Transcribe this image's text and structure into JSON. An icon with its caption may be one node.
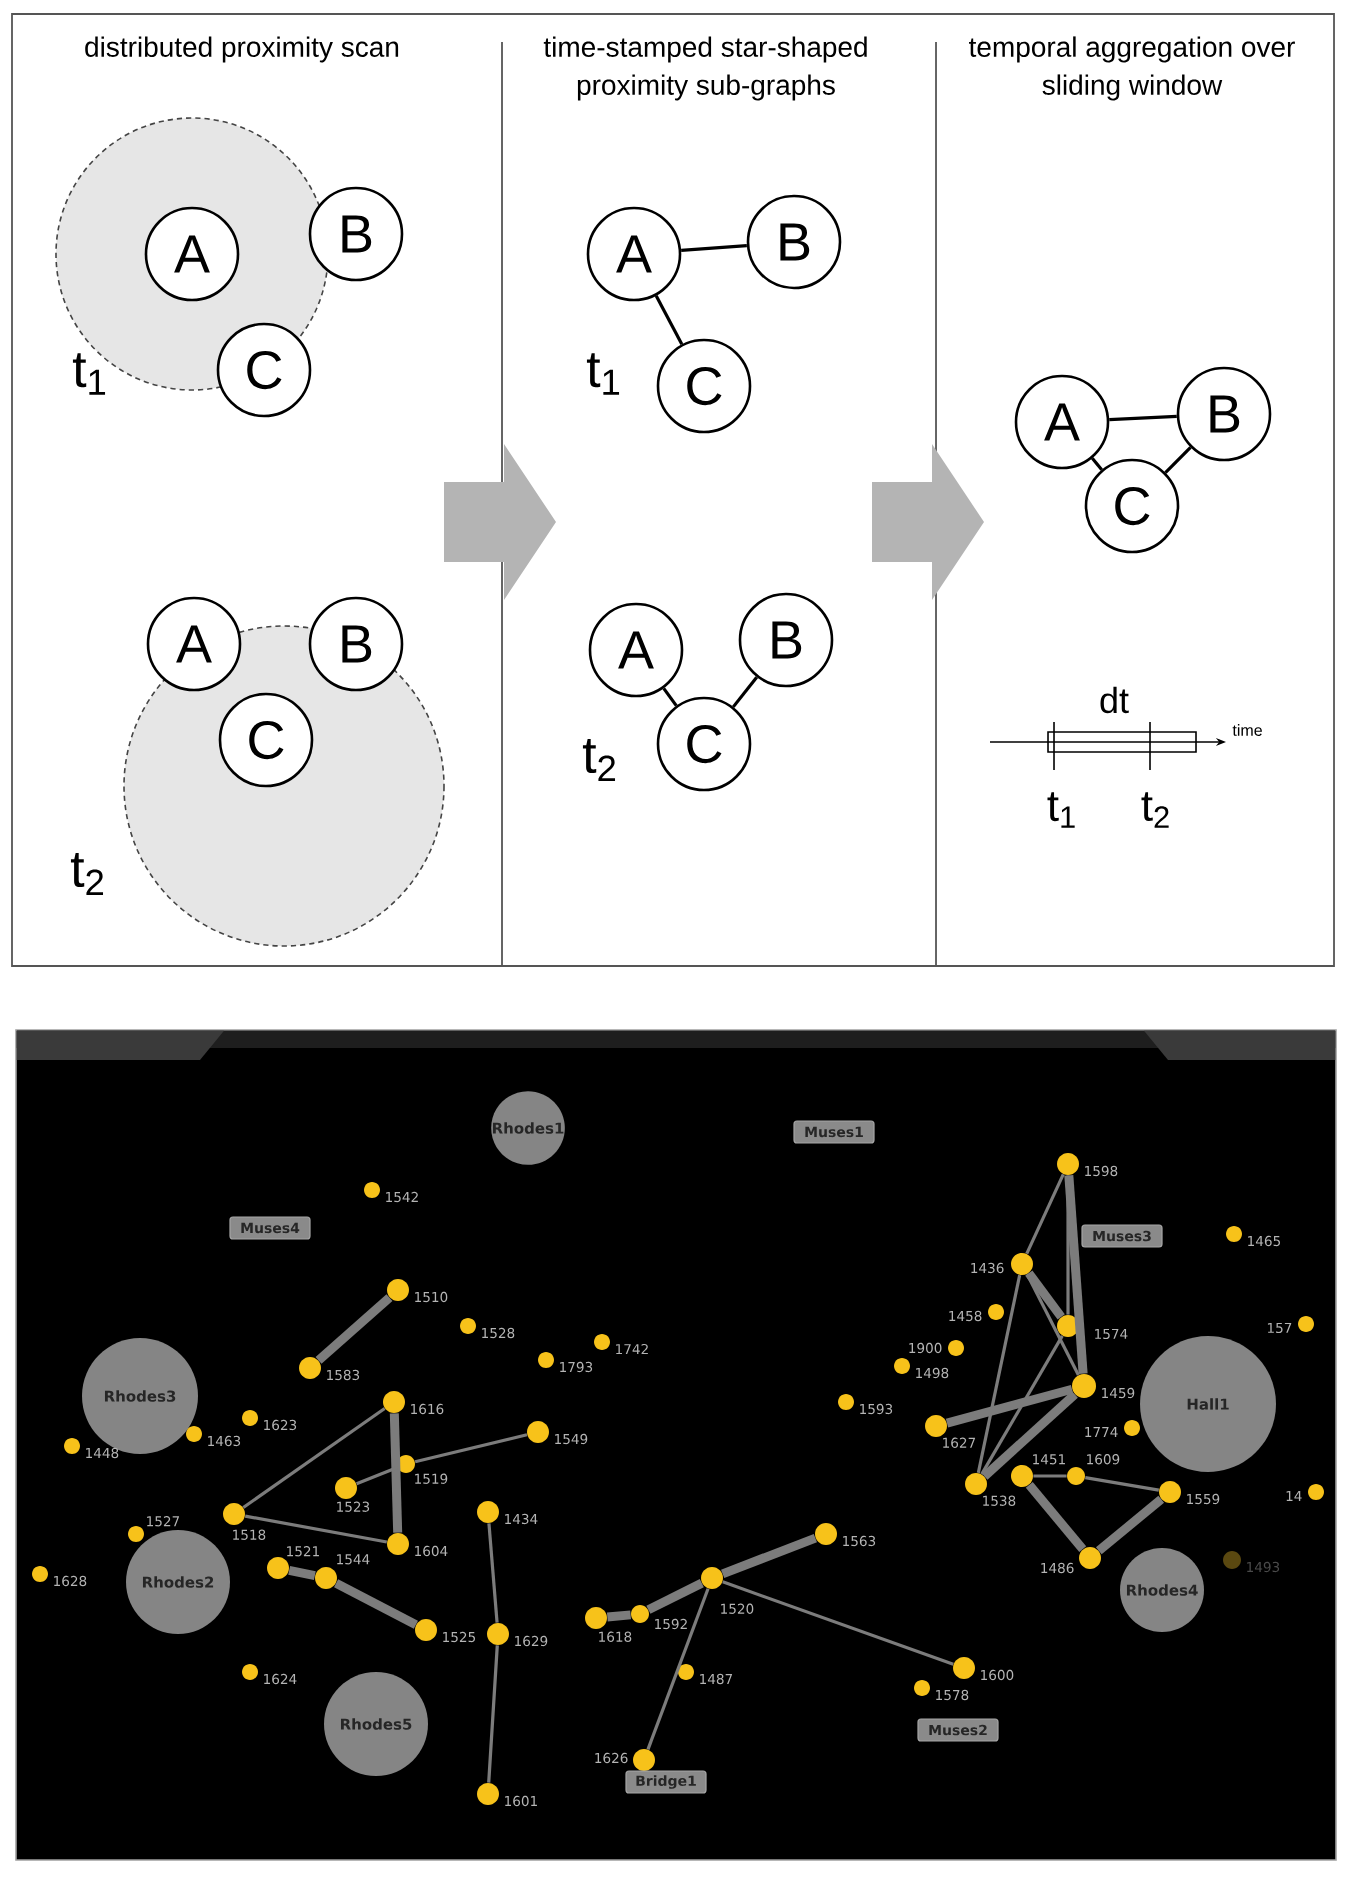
{
  "diagram": {
    "nodes": [
      {
        "text": [
          "A"
        ]
      },
      {
        "text": [
          "B"
        ]
      },
      {
        "text": [
          "C"
        ]
      },
      {
        "text": [
          "A"
        ]
      },
      {
        "text": [
          "B"
        ]
      },
      {
        "text": [
          "C"
        ]
      },
      {
        "text": [
          "A"
        ]
      },
      {
        "text": [
          "B"
        ]
      },
      {
        "text": [
          "C"
        ]
      },
      {
        "text": [
          "A"
        ]
      },
      {
        "text": [
          "B"
        ]
      },
      {
        "text": [
          "C"
        ]
      },
      {
        "text": [
          "A"
        ]
      },
      {
        "text": [
          "B"
        ]
      },
      {
        "text": [
          "C"
        ]
      },
      {
        "text": [
          "Rhodes1"
        ]
      },
      {
        "text": [
          "Muses1"
        ]
      },
      {
        "text": [],
        "shape": "circle",
        "beside": [
          "1598"
        ]
      },
      {
        "text": [],
        "shape": "circle",
        "beside": [
          "1542"
        ]
      },
      {
        "text": [
          "Muses4"
        ]
      },
      {
        "text": [],
        "shape": "circle",
        "beside": [
          "1465"
        ]
      },
      {
        "text": [
          "Muses3"
        ]
      },
      {
        "text": [],
        "shape": "circle",
        "beside": [
          "1436"
        ]
      },
      {
        "text": [],
        "shape": "circle",
        "beside": [
          "1510"
        ]
      },
      {
        "text": [],
        "shape": "circle",
        "beside": [
          "1458"
        ]
      },
      {
        "text": [],
        "shape": "circle",
        "beside": [
          "157"
        ]
      },
      {
        "text": [],
        "shape": "circle",
        "beside": [
          "1528"
        ]
      },
      {
        "text": [],
        "shape": "circle",
        "beside": [
          "1574"
        ]
      },
      {
        "text": [],
        "shape": "circle",
        "beside": [
          "1742"
        ]
      },
      {
        "text": [],
        "shape": "circle",
        "beside": [
          "1900"
        ]
      },
      {
        "text": [],
        "shape": "circle",
        "beside": [
          "1793"
        ]
      },
      {
        "text": [],
        "shape": "circle",
        "beside": [
          "1498"
        ]
      },
      {
        "text": [],
        "shape": "circle",
        "beside": [
          "1583"
        ]
      },
      {
        "text": [],
        "shape": "circle",
        "beside": [
          "1459"
        ]
      },
      {
        "text": [
          "Rhodes3"
        ]
      },
      {
        "text": [],
        "shape": "circle",
        "beside": [
          "1616"
        ]
      },
      {
        "text": [],
        "shape": "circle",
        "beside": [
          "1593"
        ]
      },
      {
        "text": [
          "Hall1"
        ]
      },
      {
        "text": [],
        "shape": "circle",
        "beside": [
          "1623"
        ]
      },
      {
        "text": [],
        "shape": "circle",
        "beside": [
          "1627"
        ]
      },
      {
        "text": [],
        "shape": "circle",
        "beside": [
          "1774"
        ]
      },
      {
        "text": [],
        "shape": "circle",
        "beside": [
          "1549"
        ]
      },
      {
        "text": [],
        "shape": "circle",
        "beside": [
          "1463"
        ]
      },
      {
        "text": [],
        "shape": "circle",
        "beside": [
          "1448"
        ]
      },
      {
        "text": [],
        "shape": "circle",
        "beside": [
          "1519"
        ]
      },
      {
        "text": [],
        "shape": "circle",
        "beside": [
          "1609"
        ]
      },
      {
        "text": [],
        "shape": "circle",
        "beside": [
          "1451"
        ]
      },
      {
        "text": [],
        "shape": "circle",
        "beside": [
          "1538"
        ]
      },
      {
        "text": [],
        "shape": "circle",
        "beside": [
          "1523"
        ]
      },
      {
        "text": [],
        "shape": "circle",
        "beside": [
          "1559"
        ]
      },
      {
        "text": [],
        "shape": "circle",
        "beside": [
          "14"
        ]
      },
      {
        "text": [],
        "shape": "circle",
        "beside": [
          "1434"
        ]
      },
      {
        "text": [],
        "shape": "circle",
        "beside": [
          "1518"
        ]
      },
      {
        "text": [],
        "shape": "circle",
        "beside": [
          "1527"
        ]
      },
      {
        "text": [],
        "shape": "circle",
        "beside": [
          "1563"
        ]
      },
      {
        "text": [],
        "shape": "circle",
        "beside": [
          "1604"
        ]
      },
      {
        "text": [],
        "shape": "circle",
        "beside": [
          "1486"
        ]
      },
      {
        "text": [],
        "shape": "circle",
        "beside": [
          "1493"
        ]
      },
      {
        "text": [],
        "shape": "circle",
        "beside": [
          "1521"
        ]
      },
      {
        "text": [],
        "shape": "circle",
        "beside": [
          "1628"
        ]
      },
      {
        "text": [],
        "shape": "circle",
        "beside": [
          "1544"
        ]
      },
      {
        "text": [
          "Rhodes2"
        ]
      },
      {
        "text": [],
        "shape": "circle",
        "beside": [
          "1520"
        ]
      },
      {
        "text": [
          "Rhodes4"
        ]
      },
      {
        "text": [],
        "shape": "circle",
        "beside": [
          "1592"
        ]
      },
      {
        "text": [],
        "shape": "circle",
        "beside": [
          "1618"
        ]
      },
      {
        "text": [],
        "shape": "circle",
        "beside": [
          "1525"
        ]
      },
      {
        "text": [],
        "shape": "circle",
        "beside": [
          "1629"
        ]
      },
      {
        "text": [],
        "shape": "circle",
        "beside": [
          "1600"
        ]
      },
      {
        "text": [],
        "shape": "circle",
        "beside": [
          "1487"
        ]
      },
      {
        "text": [],
        "shape": "circle",
        "beside": [
          "1624"
        ]
      },
      {
        "text": [],
        "shape": "circle",
        "beside": [
          "1578"
        ]
      },
      {
        "text": [
          "Rhodes5"
        ]
      },
      {
        "text": [
          "Muses2"
        ]
      },
      {
        "text": [],
        "shape": "circle",
        "beside": [
          "1626"
        ]
      },
      {
        "text": [
          "Bridge1"
        ]
      },
      {
        "text": [],
        "shape": "circle",
        "beside": [
          "1601"
        ]
      }
    ],
    "edges": [
      {
        "from": 6,
        "to": 7,
        "arrow": "none",
        "color": "#000000"
      },
      {
        "from": 6,
        "to": 8,
        "arrow": "none",
        "color": "#000000"
      },
      {
        "from": 9,
        "to": 11,
        "arrow": "none",
        "color": "#000000"
      },
      {
        "from": 10,
        "to": 11,
        "arrow": "none",
        "color": "#000000"
      },
      {
        "from": 12,
        "to": 13,
        "arrow": "none",
        "color": "#000000"
      },
      {
        "from": 12,
        "to": 14,
        "arrow": "none",
        "color": "#000000"
      },
      {
        "from": 13,
        "to": 14,
        "arrow": "none",
        "color": "#000000"
      },
      {
        "from": 23,
        "to": 32,
        "arrow": "none",
        "style": "thick"
      },
      {
        "from": 35,
        "to": 52,
        "arrow": "none"
      },
      {
        "from": 35,
        "to": 55,
        "arrow": "none",
        "style": "thick"
      },
      {
        "from": 52,
        "to": 55,
        "arrow": "none"
      },
      {
        "from": 48,
        "to": 44,
        "arrow": "none"
      },
      {
        "from": 44,
        "to": 41,
        "arrow": "none"
      },
      {
        "from": 58,
        "to": 60,
        "arrow": "none",
        "style": "thick"
      },
      {
        "from": 60,
        "to": 66,
        "arrow": "none",
        "style": "thick"
      },
      {
        "from": 51,
        "to": 67,
        "arrow": "none"
      },
      {
        "from": 67,
        "to": 76,
        "arrow": "none"
      },
      {
        "from": 65,
        "to": 64,
        "arrow": "none",
        "style": "thick"
      },
      {
        "from": 64,
        "to": 62,
        "arrow": "none",
        "style": "thick"
      },
      {
        "from": 62,
        "to": 54,
        "arrow": "none",
        "style": "thick"
      },
      {
        "from": 62,
        "to": 68,
        "arrow": "none"
      },
      {
        "from": 62,
        "to": 74,
        "arrow": "none"
      },
      {
        "from": 17,
        "to": 22,
        "arrow": "none"
      },
      {
        "from": 17,
        "to": 27,
        "arrow": "none"
      },
      {
        "from": 17,
        "to": 33,
        "arrow": "none",
        "style": "thick"
      },
      {
        "from": 22,
        "to": 27,
        "arrow": "none",
        "style": "thick"
      },
      {
        "from": 22,
        "to": 33,
        "arrow": "none"
      },
      {
        "from": 22,
        "to": 47,
        "arrow": "none"
      },
      {
        "from": 27,
        "to": 47,
        "arrow": "none"
      },
      {
        "from": 33,
        "to": 47,
        "arrow": "none",
        "style": "thick"
      },
      {
        "from": 33,
        "to": 39,
        "arrow": "none",
        "style": "thick"
      },
      {
        "from": 46,
        "to": 45,
        "arrow": "none"
      },
      {
        "from": 45,
        "to": 49,
        "arrow": "none"
      },
      {
        "from": 46,
        "to": 56,
        "arrow": "none",
        "style": "thick"
      },
      {
        "from": 56,
        "to": 49,
        "arrow": "none",
        "style": "thick"
      }
    ],
    "labels": [
      "distributed proximity scan",
      "time-stamped star-shaped proximity sub-graphs",
      "temporal aggregation over sliding window",
      "t$_{1}$",
      "t$_{1}$",
      "t$_{2}$",
      "t$_{2}$",
      "dt",
      "time",
      "t$_{1}$",
      "t$_{2}$"
    ]
  }
}
